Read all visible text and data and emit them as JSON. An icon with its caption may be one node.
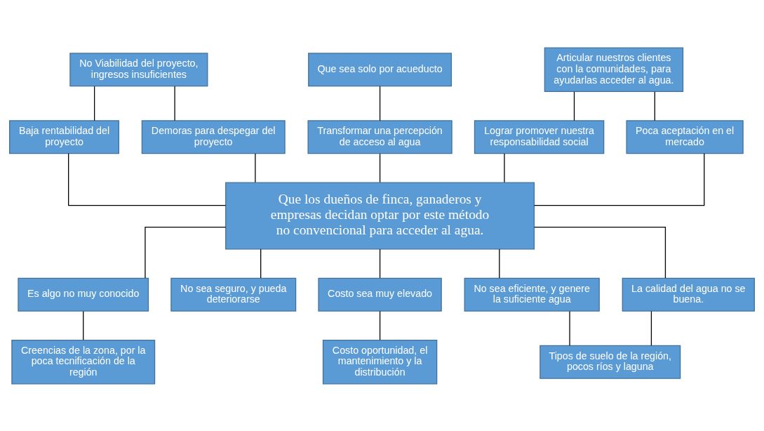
{
  "diagram": {
    "nodes": [
      {
        "text": [
          "No Viabilidad del proyecto, ingresos insuficientes"
        ]
      },
      {
        "text": [
          "Que sea solo por acueducto"
        ]
      },
      {
        "text": [
          "Articular nuestros clientes con la comunidades, para ayudarlas acceder al agua."
        ]
      },
      {
        "text": [
          "Baja rentabilidad del proyecto"
        ]
      },
      {
        "text": [
          "Demoras para despegar del proyecto"
        ]
      },
      {
        "text": [
          "Transformar una percepción de acceso al agua"
        ]
      },
      {
        "text": [
          "Lograr promover nuestra responsabilidad social"
        ]
      },
      {
        "text": [
          "Poca aceptación en el mercado"
        ]
      },
      {
        "text": [
          "Que los dueños de finca, ganaderos y empresas decidan optar por este método no convencional para acceder al agua."
        ]
      },
      {
        "text": [
          "Es algo no muy conocido"
        ]
      },
      {
        "text": [
          "No sea seguro, y pueda deteriorarse"
        ]
      },
      {
        "text": [
          "Costo sea muy elevado"
        ]
      },
      {
        "text": [
          "No sea eficiente, y genere la suficiente agua"
        ]
      },
      {
        "text": [
          "La calidad del agua no se buena."
        ]
      },
      {
        "text": [
          "Creencias de la zona, por la poca tecnificación de la región"
        ]
      },
      {
        "text": [
          "Costo oportunidad, el mantenimiento y la distribución"
        ]
      },
      {
        "text": [
          "Tipos de suelo de la región, pocos ríos y laguna"
        ]
      }
    ],
    "edges": [
      {
        "from": 0,
        "to": 3,
        "arrow": "none"
      },
      {
        "from": 0,
        "to": 4,
        "arrow": "none"
      },
      {
        "from": 1,
        "to": 5,
        "arrow": "none"
      },
      {
        "from": 2,
        "to": 6,
        "arrow": "none"
      },
      {
        "from": 2,
        "to": 7,
        "arrow": "none"
      },
      {
        "from": 3,
        "to": 8,
        "arrow": "none"
      },
      {
        "from": 4,
        "to": 8,
        "arrow": "none"
      },
      {
        "from": 5,
        "to": 8,
        "arrow": "none"
      },
      {
        "from": 6,
        "to": 8,
        "arrow": "none"
      },
      {
        "from": 7,
        "to": 8,
        "arrow": "none"
      },
      {
        "from": 8,
        "to": 9,
        "arrow": "none"
      },
      {
        "from": 8,
        "to": 10,
        "arrow": "none"
      },
      {
        "from": 8,
        "to": 11,
        "arrow": "none"
      },
      {
        "from": 8,
        "to": 12,
        "arrow": "none"
      },
      {
        "from": 8,
        "to": 13,
        "arrow": "none"
      },
      {
        "from": 9,
        "to": 14,
        "arrow": "none"
      },
      {
        "from": 11,
        "to": 15,
        "arrow": "none"
      },
      {
        "from": 12,
        "to": 16,
        "arrow": "none"
      },
      {
        "from": 13,
        "to": 16,
        "arrow": "none"
      }
    ]
  }
}
